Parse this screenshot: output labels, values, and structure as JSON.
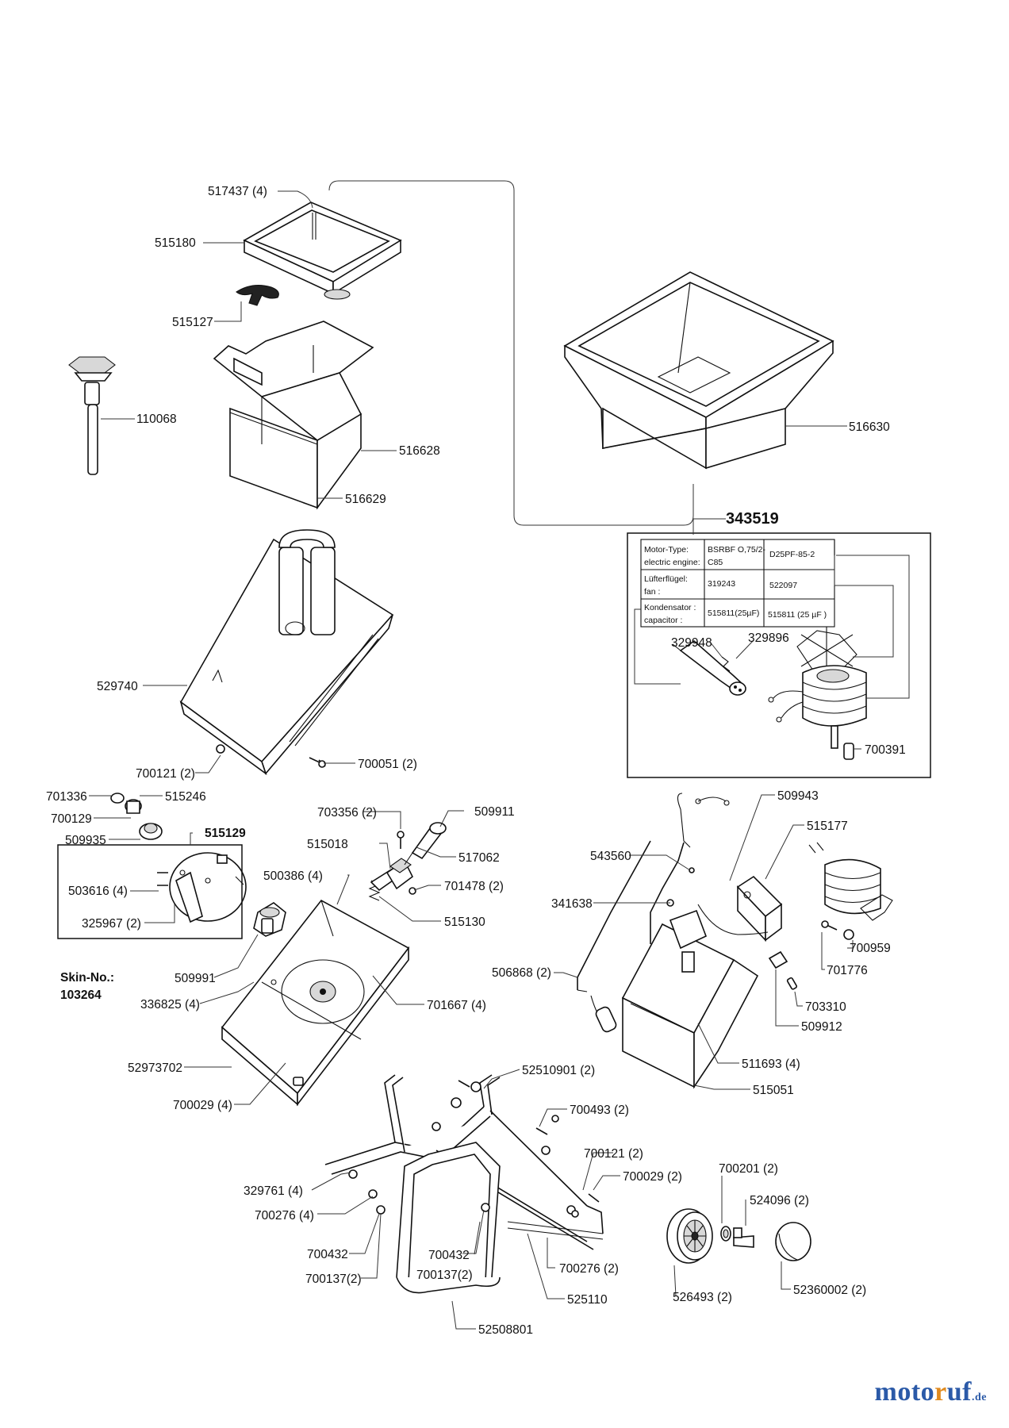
{
  "brand": {
    "logo_part1": "moto",
    "logo_part2": "r",
    "logo_part3": "uf",
    "logo_tld": ".de",
    "colors": {
      "blue": "#2b5aa8",
      "orange": "#e08a1e"
    }
  },
  "motor_kit": {
    "number": "343519",
    "table": {
      "rows": [
        {
          "label_de": "Motor-Type:",
          "label_en": "electric engine:",
          "col1_a": "BSRBF O,75/2-",
          "col1_b": "C85",
          "col2": "D25PF-85-2"
        },
        {
          "label_de": "Lüfterflügel:",
          "label_en": "fan :",
          "col1_a": "319243",
          "col1_b": "",
          "col2": "522097"
        },
        {
          "label_de": "Kondensator :",
          "label_en": "capacitor :",
          "col1_a": "515811(25µF)",
          "col1_b": "",
          "col2": "515811 (25 µF )"
        }
      ]
    }
  },
  "skin_note": {
    "line1": "Skin-No.:",
    "line2": "103264"
  },
  "labels": {
    "l517437": "517437 (4)",
    "l515180": "515180",
    "l515127": "515127",
    "l110068": "110068",
    "l516628": "516628",
    "l516629": "516629",
    "l516630": "516630",
    "l529740": "529740",
    "l329948": "329948",
    "l329896": "329896",
    "l700391": "700391",
    "l700121a": "700121 (2)",
    "l700051": "700051 (2)",
    "l701336": "701336",
    "l515246": "515246",
    "l700129": "700129",
    "l509935": "509935",
    "l515129": "515129",
    "l503616": "503616 (4)",
    "l325967": "325967 (2)",
    "l703356": "703356 (2)",
    "l509911": "509911",
    "l515018": "515018",
    "l517062": "517062",
    "l500386": "500386 (4)",
    "l701478": "701478 (2)",
    "l515130": "515130",
    "l509991": "509991",
    "l336825": "336825 (4)",
    "l701667": "701667 (4)",
    "l52973702": "52973702",
    "l700029a": "700029 (4)",
    "l509943": "509943",
    "l515177": "515177",
    "l543560": "543560",
    "l341638": "341638",
    "l700959": "700959",
    "l701776": "701776",
    "l506868": "506868 (2)",
    "l703310": "703310",
    "l509912": "509912",
    "l511693": "511693 (4)",
    "l515051": "515051",
    "l52510901": "52510901 (2)",
    "l700493": "700493 (2)",
    "l700121b": "700121 (2)",
    "l700029b": "700029 (2)",
    "l700201": "700201 (2)",
    "l524096": "524096 (2)",
    "l329761": "329761 (4)",
    "l700276a": "700276 (4)",
    "l700432a": "700432",
    "l700137a": "700137(2)",
    "l700432b": "700432",
    "l700137b": "700137(2)",
    "l700276b": "700276 (2)",
    "l525110": "525110",
    "l526493": "526493 (2)",
    "l52360002": "52360002 (2)",
    "l52508801": "52508801"
  }
}
